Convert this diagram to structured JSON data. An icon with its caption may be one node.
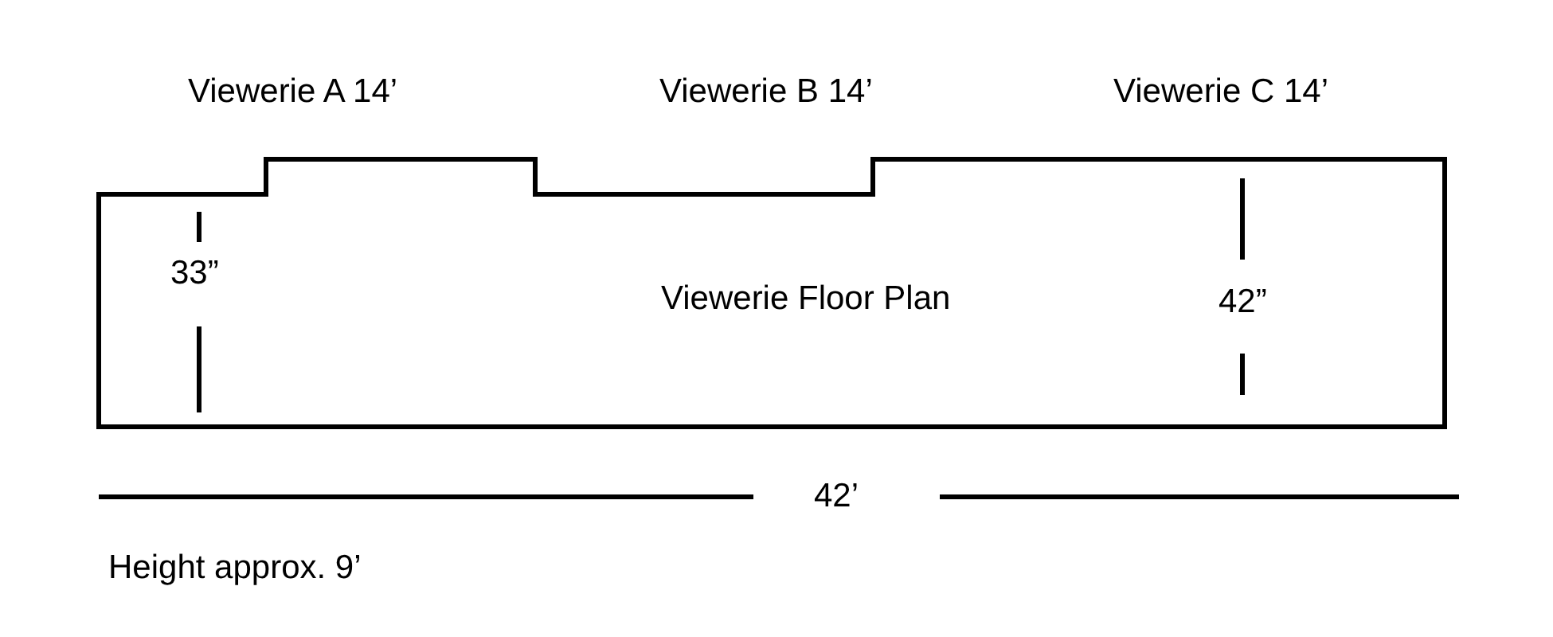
{
  "diagram": {
    "title": "Viewerie Floor Plan",
    "labels": [
      "Viewerie A 14’",
      "Viewerie B 14’",
      "Viewerie C 14’",
      "33”",
      "42”",
      "42’",
      "Height approx. 9’"
    ]
  }
}
